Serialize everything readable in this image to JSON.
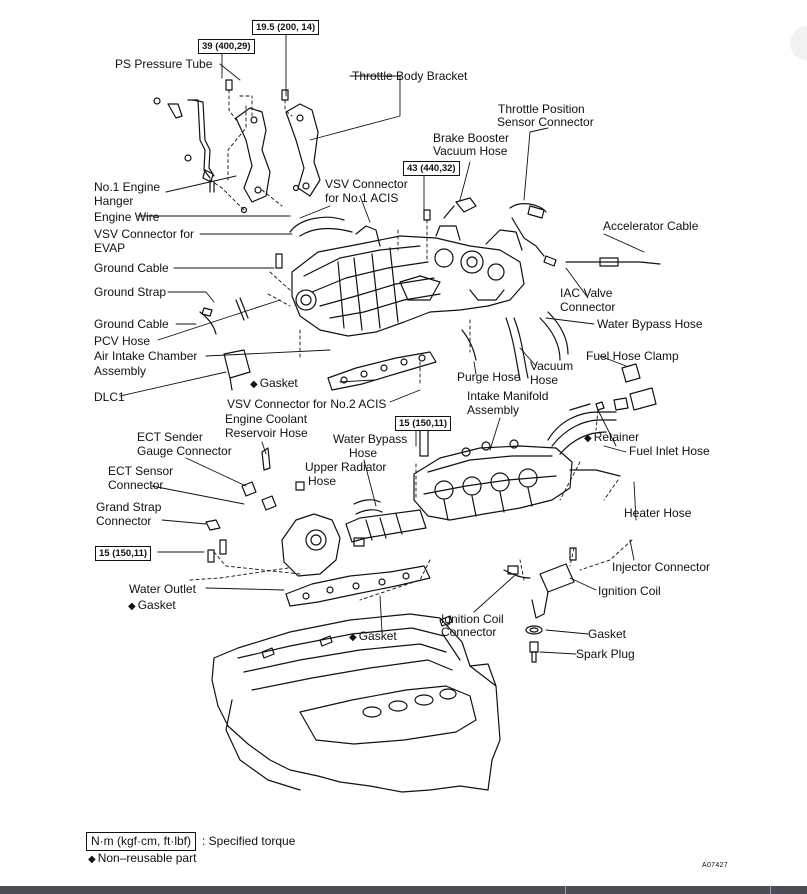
{
  "labels": {
    "ps_pressure_tube": "PS Pressure Tube",
    "throttle_body_bracket": "Throttle Body Bracket",
    "throttle_position_sensor_connector_1": "Throttle Position",
    "throttle_position_sensor_connector_2": "Sensor Connector",
    "brake_booster_vacuum_hose_1": "Brake Booster",
    "brake_booster_vacuum_hose_2": "Vacuum Hose",
    "no1_engine_hanger_1": "No.1 Engine",
    "no1_engine_hanger_2": "Hanger",
    "vsv_connector_acis_1": "VSV Connector",
    "vsv_connector_acis_2": "for No.1 ACIS",
    "engine_wire": "Engine Wire",
    "vsv_connector_evap_1": "VSV Connector for",
    "vsv_connector_evap_2": "EVAP",
    "accelerator_cable": "Accelerator Cable",
    "ground_cable_1": "Ground Cable",
    "ground_strap": "Ground Strap",
    "iac_valve_connector_1": "IAC Valve",
    "iac_valve_connector_2": "Connector",
    "ground_cable_2": "Ground Cable",
    "water_bypass_hose_right": "Water Bypass Hose",
    "pcv_hose": "PCV Hose",
    "air_intake_chamber_1": "Air Intake Chamber",
    "air_intake_chamber_2": "Assembly",
    "fuel_hose_clamp": "Fuel Hose Clamp",
    "vacuum_hose_1": "Vacuum",
    "vacuum_hose_2": "Hose",
    "purge_hose": "Purge Hose",
    "gasket_chamber": "Gasket",
    "dlc1": "DLC1",
    "vsv_connector_no2_acis": "VSV Connector for No.2 ACIS",
    "intake_manifold_1": "Intake Manifold",
    "intake_manifold_2": "Assembly",
    "engine_coolant_reservoir_1": "Engine Coolant",
    "engine_coolant_reservoir_2": "Reservoir Hose",
    "ect_sender_1": "ECT Sender",
    "ect_sender_2": "Gauge Connector",
    "water_bypass_hose_mid_1": "Water Bypass",
    "water_bypass_hose_mid_2": "Hose",
    "retainer": "Retainer",
    "fuel_inlet_hose": "Fuel Inlet Hose",
    "ect_sensor_1": "ECT Sensor",
    "ect_sensor_2": "Connector",
    "upper_radiator_1": "Upper Radiator",
    "upper_radiator_2": "Hose",
    "grand_strap_1": "Grand Strap",
    "grand_strap_2": "Connector",
    "heater_hose": "Heater Hose",
    "injector_connector": "Injector Connector",
    "water_outlet": "Water Outlet",
    "ignition_coil": "Ignition Coil",
    "gasket_outlet": "Gasket",
    "ignition_coil_connector_1": "Ignition Coil",
    "ignition_coil_connector_2": "Connector",
    "gasket_manifold": "Gasket",
    "gasket_plug": "Gasket",
    "spark_plug": "Spark Plug"
  },
  "torques": {
    "t1": "19.5 (200, 14)",
    "t2": "39 (400,29)",
    "t3": "43 (440,32)",
    "t4": "15 (150,11)",
    "t5": "15 (150,11)"
  },
  "legend": {
    "unit_box": "N·m (kgf·cm, ft·lbf)",
    "unit_text": ": Specified torque",
    "non_reusable": "Non–reusable part"
  },
  "figure_id": "A07427",
  "colors": {
    "line": "#111111",
    "background": "#ffffff",
    "bottom_bar": "#4a4d55"
  }
}
